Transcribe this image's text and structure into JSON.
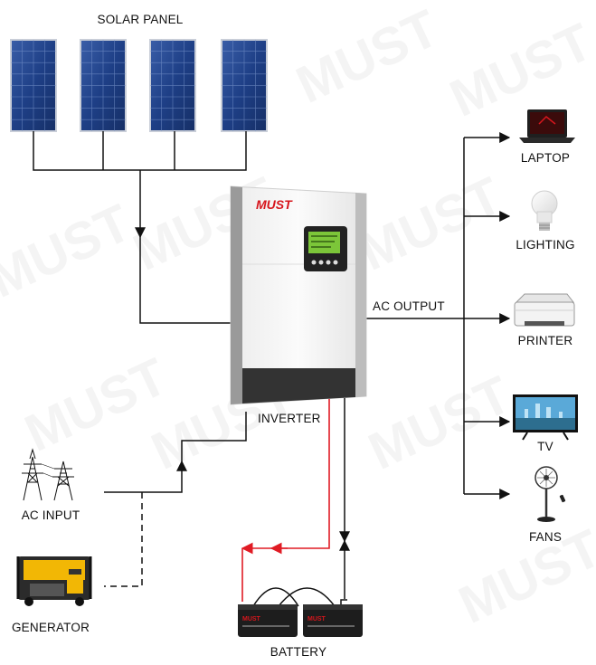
{
  "labels": {
    "solar_panel": "SOLAR PANEL",
    "inverter": "INVERTER",
    "ac_output": "AC OUTPUT",
    "ac_input": "AC INPUT",
    "generator": "GENERATOR",
    "battery": "BATTERY",
    "laptop": "LAPTOP",
    "lighting": "LIGHTING",
    "printer": "PRINTER",
    "tv": "TV",
    "fans": "FANS"
  },
  "brand": {
    "inverter_logo": "MUST",
    "battery_logo": "MUST",
    "watermark": "MUST"
  },
  "colors": {
    "line": "#111111",
    "battery_charge": "#e01b24",
    "brand_red": "#d7161d",
    "lcd_green": "#7cc639"
  },
  "icons": [
    "solar-panel-icon",
    "inverter-icon",
    "pylon-icon",
    "generator-icon",
    "battery-icon",
    "laptop-icon",
    "bulb-icon",
    "printer-icon",
    "tv-icon",
    "fan-icon"
  ]
}
